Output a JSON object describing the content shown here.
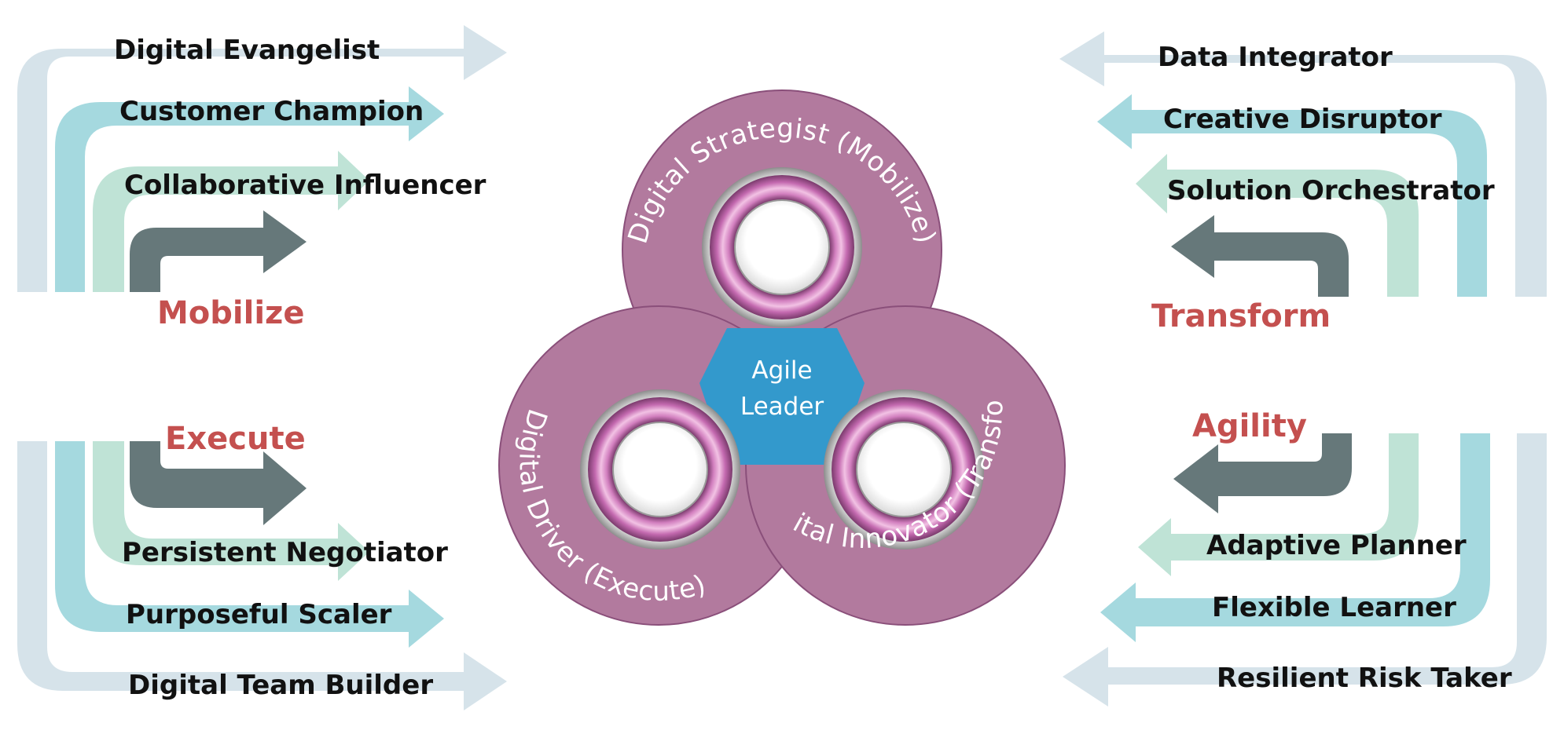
{
  "colors": {
    "pale_blue": "#d6e3ea",
    "teal": "#a5d9df",
    "mint": "#bfe3d6",
    "dark_gray": "#66787a",
    "category_red": "#c4504f",
    "disc_mauve": "#b27a9e",
    "center_blue": "#3399cc",
    "ring_pink": "#c86fb4"
  },
  "center": {
    "line1": "Agile",
    "line2": "Leader"
  },
  "rings": {
    "top": "Digital Strategist (Mobilize)",
    "left": "Digital Driver (Execute)",
    "right": "Digital Innovator (Transform)"
  },
  "quadrants": {
    "top_left": {
      "category": "Mobilize",
      "items": [
        "Digital Evangelist",
        "Customer Champion",
        "Collaborative Influencer"
      ]
    },
    "top_right": {
      "category": "Transform",
      "items": [
        "Data Integrator",
        "Creative Disruptor",
        "Solution Orchestrator"
      ]
    },
    "bottom_left": {
      "category": "Execute",
      "items": [
        "Persistent Negotiator",
        "Purposeful Scaler",
        "Digital Team Builder"
      ]
    },
    "bottom_right": {
      "category": "Agility",
      "items": [
        "Adaptive Planner",
        "Flexible Learner",
        "Resilient Risk Taker"
      ]
    }
  }
}
